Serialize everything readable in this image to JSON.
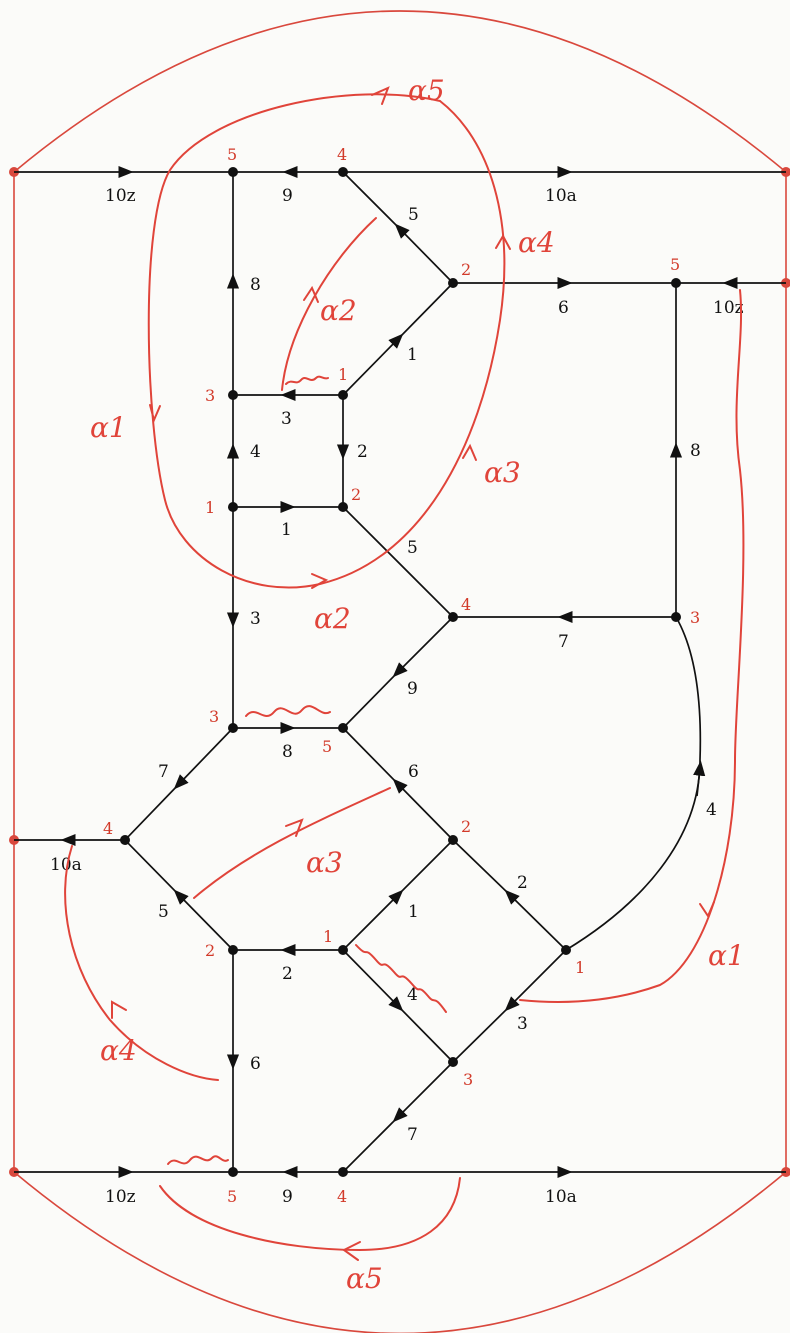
{
  "colors": {
    "ink": "#111111",
    "annotation": "#e0443a",
    "frame": "#d9483d"
  },
  "edge_labels": {
    "top_left_10z": "10z",
    "top_9": "9",
    "top_right_10a": "10a",
    "e5_top": "5",
    "e8_left": "8",
    "e6_top": "6",
    "right_10z": "10z",
    "e1_upper": "1",
    "e3_small": "3",
    "e2_small": "2",
    "e4_left": "4",
    "e1_small": "1",
    "e5_mid": "5",
    "e8_right": "8",
    "e3_left": "3",
    "e7_mid": "7",
    "e9_mid": "9",
    "e8_mid": "8",
    "e7_left": "7",
    "e6_mid": "6",
    "left_10a": "10a",
    "e4_curve": "4",
    "e5_low": "5",
    "e1_low": "1",
    "e2_right": "2",
    "e2_low": "2",
    "e4_low": "4",
    "e3_low": "3",
    "e6_low": "6",
    "e7_low": "7",
    "bottom_10z": "10z",
    "bottom_9": "9",
    "bottom_10a": "10a"
  },
  "vertex_labels": {
    "v_top5": "5",
    "v_top4": "4",
    "v_2a": "2",
    "v_5right": "5",
    "v_1a": "1",
    "v_3a": "3",
    "v_1b": "1",
    "v_2b": "2",
    "v_4a": "4",
    "v_3right": "3",
    "v_3b": "3",
    "v_5b": "5",
    "v_4left": "4",
    "v_2c": "2",
    "v_2d": "2",
    "v_1c": "1",
    "v_1d": "1",
    "v_3c": "3",
    "v_bot5": "5",
    "v_bot4": "4"
  },
  "annotations": {
    "d5_top": "α5",
    "d4_top": "α4",
    "d2_upper": "α2",
    "d1_left": "α1",
    "d3_upper": "α3",
    "d2_lower": "α2",
    "d3_lower": "α3",
    "d1_right": "α1",
    "d4_lower": "α4",
    "d5_bottom": "α5"
  }
}
